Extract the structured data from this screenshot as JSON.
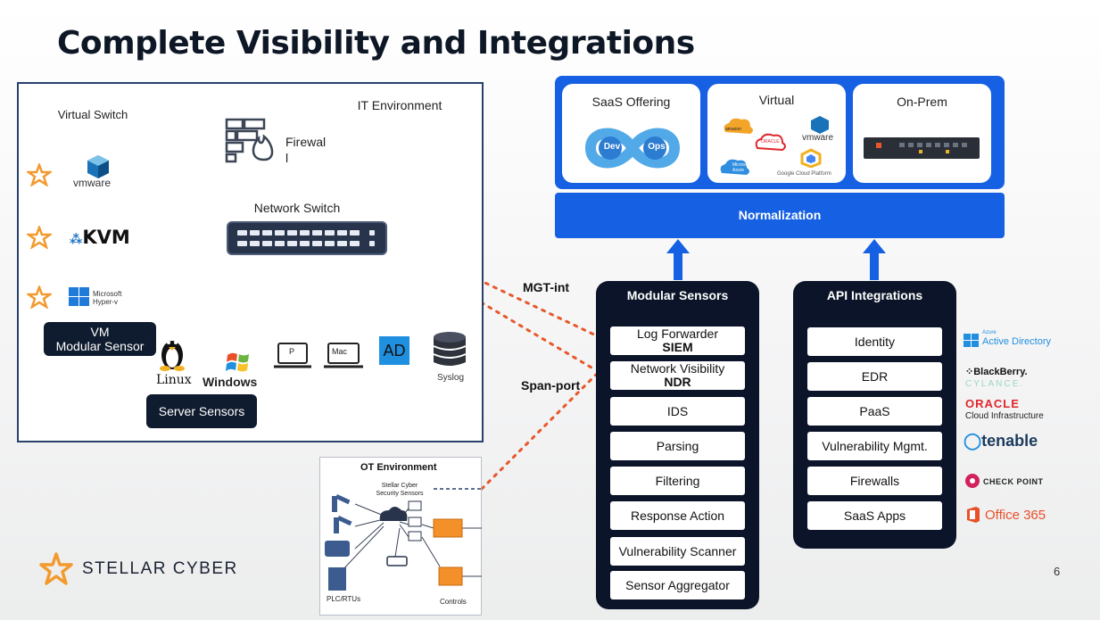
{
  "title": "Complete Visibility and Integrations",
  "it_env": {
    "label": "IT Environment",
    "virtual_switch_label": "Virtual Switch",
    "firewall_label": "Firewal l",
    "network_switch_label": "Network Switch",
    "vmware_label": "vmware",
    "kvm_label": "KVM",
    "hyperv_line1": "Microsoft",
    "hyperv_line2": "Hyper-v",
    "vm_sensor_line1": "VM",
    "vm_sensor_line2": "Modular Sensor",
    "server_sensors": "Server Sensors",
    "linux_label": "Linux",
    "windows_label": "Windows",
    "pc_label": "P",
    "mac_label": "Mac",
    "ad_label": "AD",
    "syslog_label": "Syslog"
  },
  "links": {
    "mgt_int": "MGT-int",
    "span_port": "Span-port"
  },
  "ot_env": {
    "label": "OT Environment",
    "sensor_line1": "Stellar Cyber",
    "sensor_line2": "Security Sensors",
    "plc_label": "PLC/RTUs",
    "controls_label": "Controls"
  },
  "platform": {
    "saas": {
      "title": "SaaS Offering",
      "dev": "Dev",
      "ops": "Ops"
    },
    "virtual": {
      "title": "Virtual",
      "vmware": "vmware",
      "google": "Google Cloud Platform",
      "azure": "Microsoft Azure",
      "oracle": "ORACLE",
      "amazon": "amazon"
    },
    "onprem": {
      "title": "On-Prem"
    }
  },
  "normalization": "Normalization",
  "modular_sensors": {
    "title": "Modular Sensors",
    "items": [
      {
        "line1": "Log Forwarder",
        "line2": "SIEM"
      },
      {
        "line1": "Network Visibility",
        "line2": "NDR"
      },
      {
        "line1": "IDS"
      },
      {
        "line1": "Parsing"
      },
      {
        "line1": "Filtering"
      },
      {
        "line1": "Response Action"
      },
      {
        "line1": "Vulnerability Scanner"
      },
      {
        "line1": "Sensor Aggregator"
      }
    ]
  },
  "api_integrations": {
    "title": "API Integrations",
    "items": [
      "Identity",
      "EDR",
      "PaaS",
      "Vulnerability Mgmt.",
      "Firewalls",
      "SaaS Apps"
    ]
  },
  "vendors": {
    "azure_small": "Azure",
    "active_directory": "Active Directory",
    "blackberry": "BlackBerry.",
    "cylance": "CYLANCE.",
    "oracle": "ORACLE",
    "oracle_sub": "Cloud Infrastructure",
    "tenable": "tenable",
    "checkpoint": "CHECK POINT",
    "office365": "Office 365"
  },
  "brand": "STELLAR CYBER",
  "page_number": "6",
  "colors": {
    "brand_blue": "#1660e3",
    "dark_navy": "#0b1428",
    "link_orange": "#e8572a",
    "title_color": "#0e1726"
  }
}
